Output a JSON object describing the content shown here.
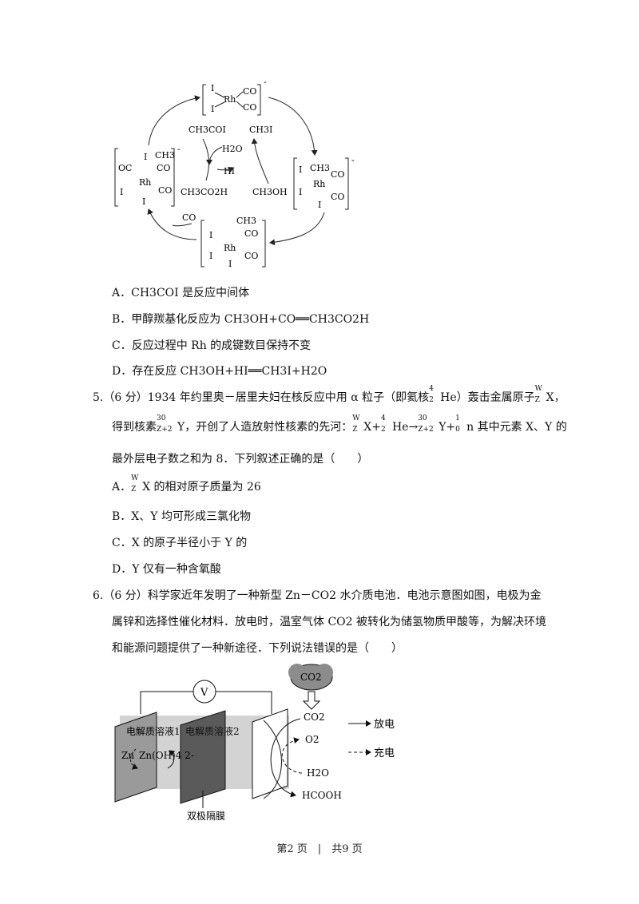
{
  "diagram1": {
    "rh": "Rh",
    "i": "I",
    "co": "CO",
    "oc": "OC",
    "ch3": "CH3",
    "minus": "-",
    "ch3coi": "CH3COI",
    "ch3i": "CH3I",
    "h2o": "H2O",
    "hi": "HI",
    "ch3co2h": "CH3CO2H",
    "ch3oh": "CH3OH"
  },
  "q4": {
    "options": {
      "A": "A．CH3COI 是反应中间体",
      "B": "B．甲醇羰基化反应为 CH3OH+CO══CH3CO2H",
      "C": "C．反应过程中 Rh 的成键数目保持不变",
      "D": "D．存在反应 CH3OH+HI══CH3I+H2O"
    }
  },
  "q5": {
    "stem_1a": "5.（6 分）1934 年约里奥－居里夫妇在核反应中用 α 粒子（即氦核",
    "stem_1b": "He）轰击金属原子",
    "stem_1c": "X，",
    "stem_2a": "得到核素",
    "stem_2b": "Y，开创了人造放射性核素的先河：",
    "stem_2c": "X+",
    "stem_2d": "He→",
    "stem_2e": "Y+",
    "stem_2f": "n 其中元素 X、Y 的",
    "stem_3": "最外层电子数之和为 8．下列叙述正确的是（　　）",
    "nuclides": {
      "he_a": "4",
      "he_z": "2",
      "x_a": "W",
      "x_z": "Z",
      "y_a": "30",
      "y_z": "Z+2",
      "n_a": "1",
      "n_z": "0"
    },
    "option_a_rest": "X 的相对原子质量为 26",
    "option_a_prefix": "A．",
    "option_b": "B．X、Y 均可形成三氯化物",
    "option_c": "C．X 的原子半径小于 Y 的",
    "option_d": "D．Y 仅有一种含氧酸"
  },
  "q6": {
    "stem_1": "6.（6 分）科学家近年发明了一种新型 Zn－CO2 水介质电池．电池示意图如图，电极为金",
    "stem_2": "属锌和选择性催化材料．放电时，温室气体 CO2 被转化为储氢物质甲酸等，为解决环境",
    "stem_3": "和能源问题提供了一种新途径．下列说法错误的是（　　）"
  },
  "diagram2": {
    "voltmeter": "V",
    "co2_cloud": "CO2",
    "co2": "CO2",
    "o2": "O2",
    "h2o": "H2O",
    "hcooh": "HCOOH",
    "electrolyte1": "电解质溶液1",
    "electrolyte2": "电解质溶液2",
    "zn": "Zn",
    "znoh": "Zn(OH)4 2-",
    "membrane": "双极隔膜",
    "legend_discharge": "放电",
    "legend_charge": "充电"
  },
  "footer": {
    "text": "第2 页　|　共9 页"
  }
}
